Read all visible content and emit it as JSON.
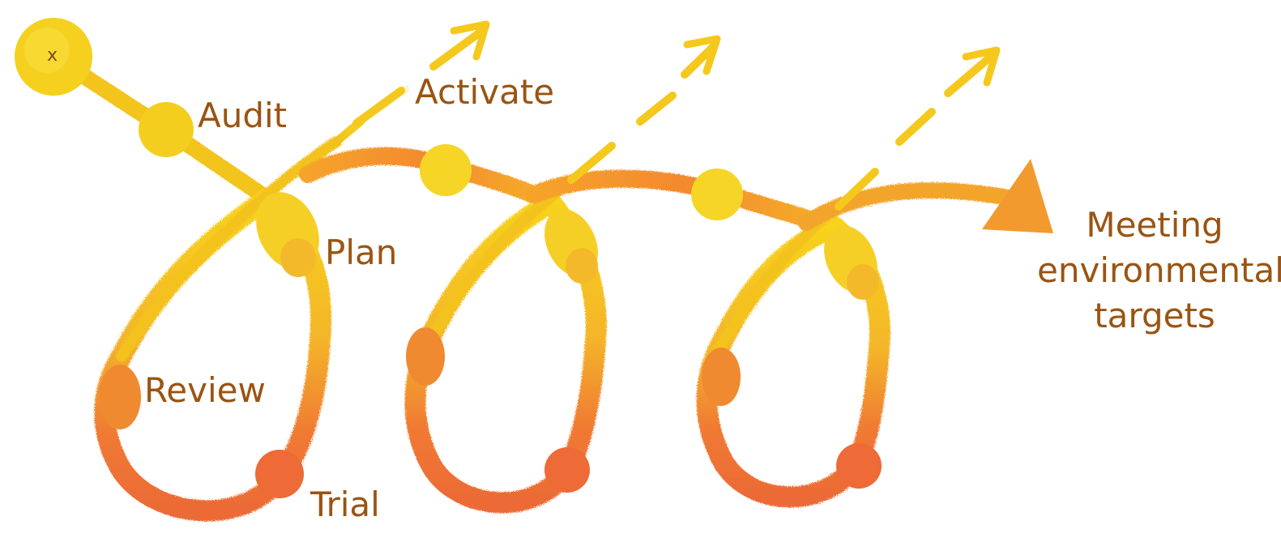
{
  "diagram": {
    "start_marker": "x",
    "stages": {
      "audit": "Audit",
      "plan": "Plan",
      "trial": "Trial",
      "review": "Review",
      "activate": "Activate"
    },
    "goal_lines": [
      "Meeting",
      "environmental",
      "targets"
    ],
    "colors": {
      "label_text": "#9a5412",
      "yellow": "#f7d31b",
      "orange": "#f29a2e",
      "red_orange": "#ee6a33",
      "background": "#ffffff"
    }
  }
}
